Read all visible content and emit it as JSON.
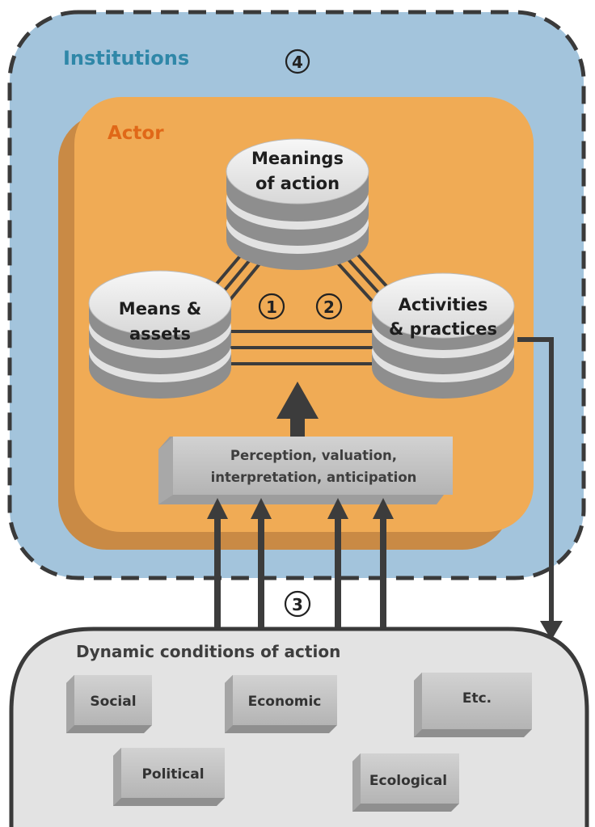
{
  "institutions": {
    "label": "Institutions",
    "number": "4"
  },
  "actor": {
    "label": "Actor"
  },
  "nodes": {
    "meanings": {
      "line1": "Meanings",
      "line2": "of action"
    },
    "means": {
      "line1": "Means &",
      "line2": "assets"
    },
    "activities": {
      "line1": "Activities",
      "line2": "& practices"
    }
  },
  "markers": {
    "one": "1",
    "two": "2",
    "three": "3"
  },
  "perception": {
    "line1": "Perception, valuation,",
    "line2": "interpretation, anticipation"
  },
  "conditions": {
    "title": "Dynamic conditions of action",
    "items": [
      "Social",
      "Economic",
      "Etc.",
      "Political",
      "Ecological"
    ]
  },
  "colors": {
    "institutions_fill": "#a3c4dc",
    "actor_fill": "#f0ab55",
    "institutions_text": "#2f87a8",
    "actor_text": "#e06818",
    "conditions_fill": "#e3e3e3",
    "disk_fill": "#ececec",
    "line": "#3c3c3c"
  }
}
